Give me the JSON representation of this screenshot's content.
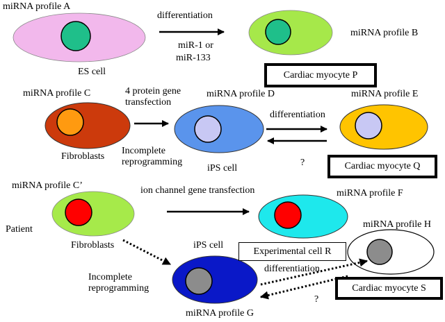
{
  "labels": {
    "profile_a": "miRNA profile A",
    "differentiation_1": "differentiation",
    "mir_1_or": "miR-1 or",
    "mir_133": "miR-133",
    "profile_b": "miRNA profile B",
    "es_cell": "ES cell",
    "cardiac_p": "Cardiac myocyte P",
    "profile_c": "miRNA profile C",
    "four_protein_1": "4 protein gene",
    "four_protein_2": "transfection",
    "profile_d": "miRNA profile D",
    "profile_e": "miRNA profile E",
    "differentiation_2": "differentiation",
    "fibroblasts_1": "Fibroblasts",
    "incomplete_1a": "Incomplete",
    "incomplete_1b": "reprogramming",
    "ips_cell_1": "iPS cell",
    "question_1": "?",
    "cardiac_q": "Cardiac myocyte Q",
    "profile_c_prime": "miRNA profile C’",
    "ion_channel": "ion channel gene transfection",
    "profile_f": "miRNA profile F",
    "patient": "Patient",
    "profile_h": "miRNA profile H",
    "fibroblasts_2": "Fibroblasts",
    "ips_cell_2": "iPS cell",
    "experimental_r": "Experimental cell R",
    "differentiation_3": "differentiation",
    "incomplete_2a": "Incomplete",
    "incomplete_2b": "reprogramming",
    "cardiac_s": "Cardiac myocyte S",
    "question_2": "?",
    "profile_g": "miRNA profile G"
  },
  "colors": {
    "es_cell": "#f2b8ec",
    "es_nucleus": "#1fbf8a",
    "profile_b_cell": "#a6e84a",
    "profile_b_nucleus": "#1fbf8a",
    "fibroblast_c_cell": "#cc3a0c",
    "fibroblast_c_nucleus": "#ff9a10",
    "ips_d_cell": "#5a94ec",
    "ips_d_nucleus": "#c8c8f4",
    "cardiac_e_cell": "#ffc400",
    "cardiac_e_nucleus": "#c8c8f4",
    "fibroblast_c_prime_cell": "#a6ea4a",
    "red_nucleus": "#ff0000",
    "profile_f_cell": "#1ee8ec",
    "ips_g_cell": "#0a18c8",
    "grey_nucleus": "#8c8c8c",
    "profile_h_cell": "#ffffff"
  }
}
